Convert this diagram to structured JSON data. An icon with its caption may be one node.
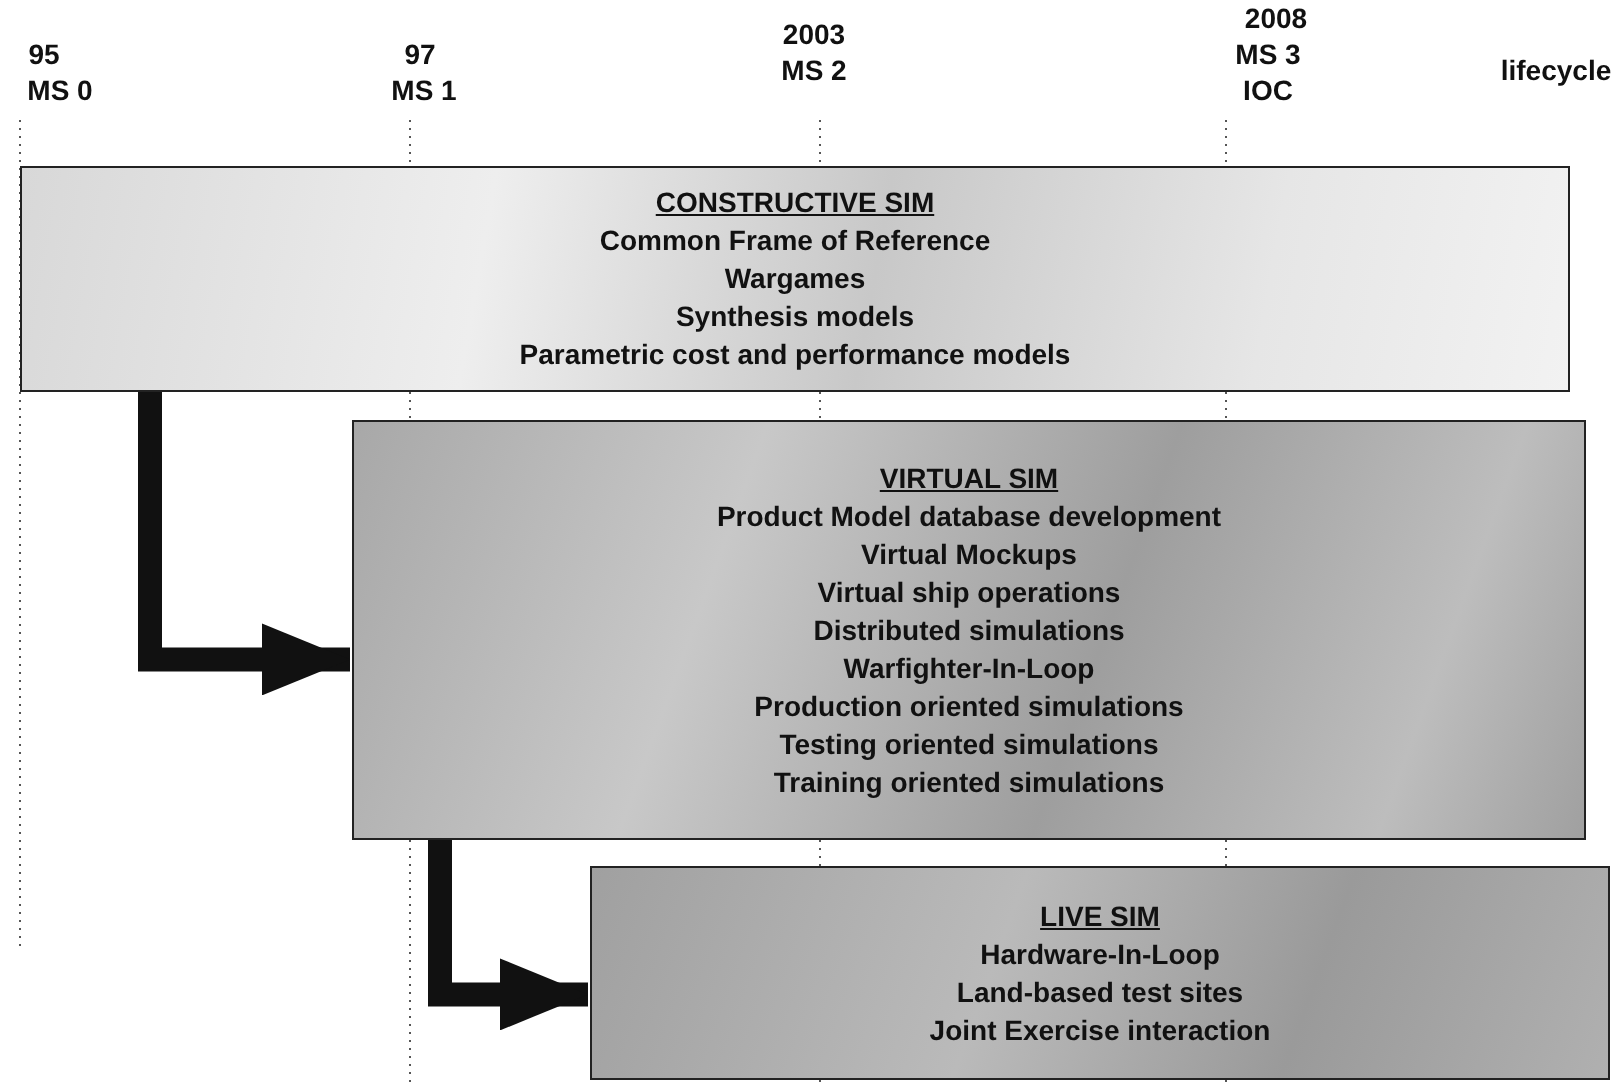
{
  "diagram": {
    "nodes": [
      {
        "text": [
          "CONSTRUCTIVE SIM",
          "Common Frame of Reference",
          "Wargames",
          "Synthesis models",
          "Parametric cost and performance models"
        ]
      },
      {
        "text": [
          "VIRTUAL SIM",
          "Product Model database development",
          "Virtual Mockups",
          "Virtual ship operations",
          "Distributed simulations",
          "Warfighter-In-Loop",
          "Production oriented simulations",
          "Testing oriented simulations",
          "Training oriented simulations"
        ]
      },
      {
        "text": [
          "LIVE SIM",
          "Hardware-In-Loop",
          "Land-based test sites",
          "Joint Exercise interaction"
        ]
      }
    ],
    "edges": [
      {
        "from": 0,
        "to": 1,
        "arrow": "to"
      },
      {
        "from": 1,
        "to": 2,
        "arrow": "to"
      }
    ],
    "labels": [
      "95",
      "MS 0",
      "97",
      "MS 1",
      "2003",
      "MS 2",
      "2008",
      "MS 3",
      "IOC",
      "lifecycle"
    ]
  }
}
